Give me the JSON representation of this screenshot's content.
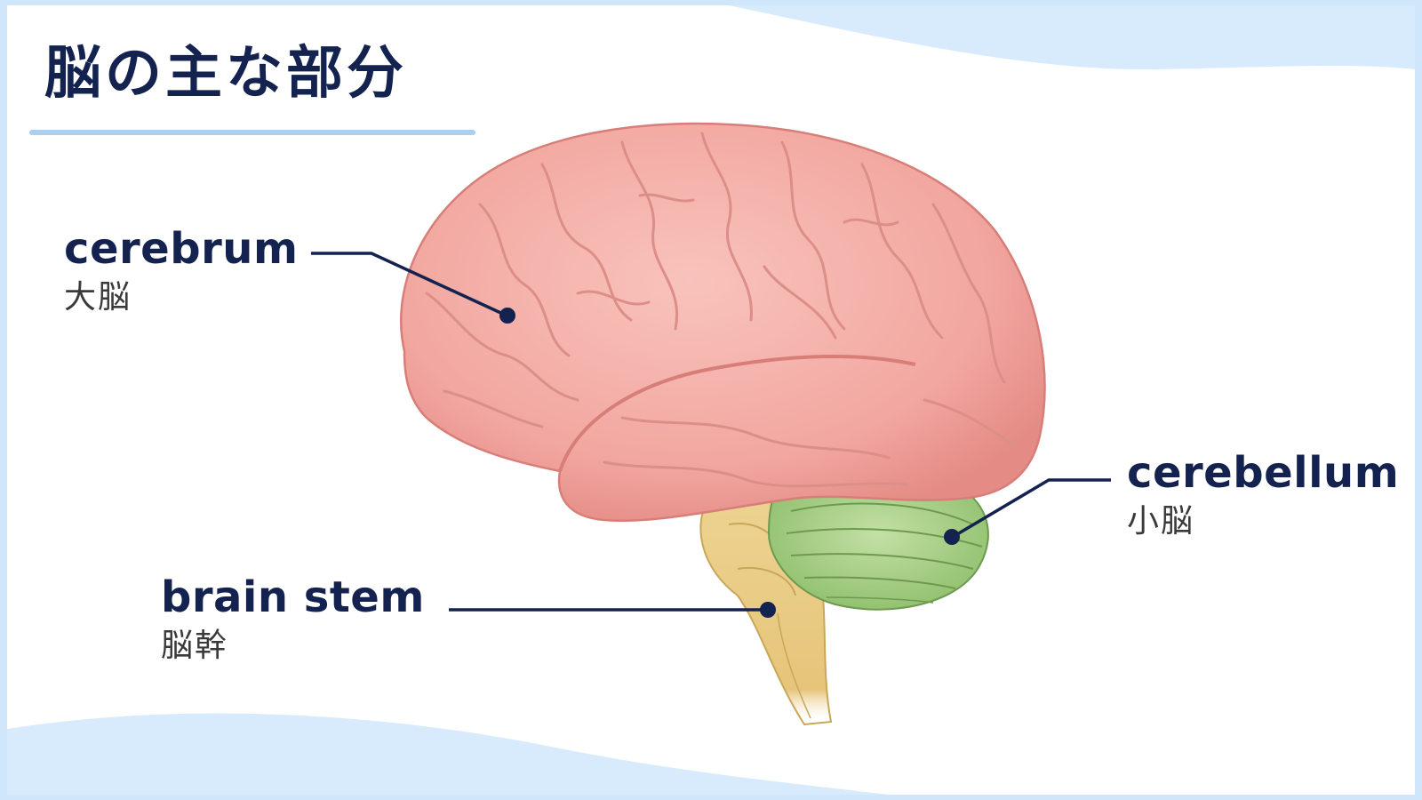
{
  "title": "脳の主な部分",
  "parts": {
    "cerebrum": {
      "en": "cerebrum",
      "ja": "大脳"
    },
    "cerebellum": {
      "en": "cerebellum",
      "ja": "小脳"
    },
    "brainstem": {
      "en": "brain stem",
      "ja": "脳幹"
    }
  },
  "colors": {
    "background": "#cfe6fb",
    "card": "#ffffff",
    "title": "#13224f",
    "underline": "#a7d0f3",
    "cerebrum": "#f2a7a0",
    "cerebellum": "#a9cf8a",
    "brainstem": "#e9cc84",
    "leader": "#13224f"
  }
}
